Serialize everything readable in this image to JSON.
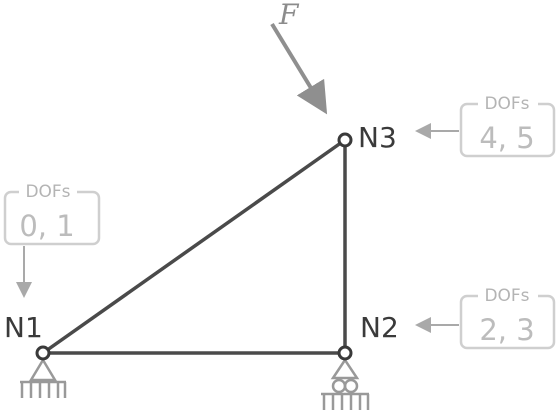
{
  "diagram": {
    "nodes": {
      "n1": {
        "label": "N1"
      },
      "n2": {
        "label": "N2"
      },
      "n3": {
        "label": "N3"
      }
    },
    "dof_boxes": {
      "n1": {
        "title": "DOFs",
        "value": "0, 1"
      },
      "n2": {
        "title": "DOFs",
        "value": "2, 3"
      },
      "n3": {
        "title": "DOFs",
        "value": "4, 5"
      }
    },
    "force": {
      "label": "F"
    },
    "colors": {
      "member": "#4a4a4a",
      "support": "#999999",
      "force_arrow": "#8f8f8f",
      "dof_box": "#cfcfcf",
      "dof_arrow": "#a9a9a9"
    }
  }
}
